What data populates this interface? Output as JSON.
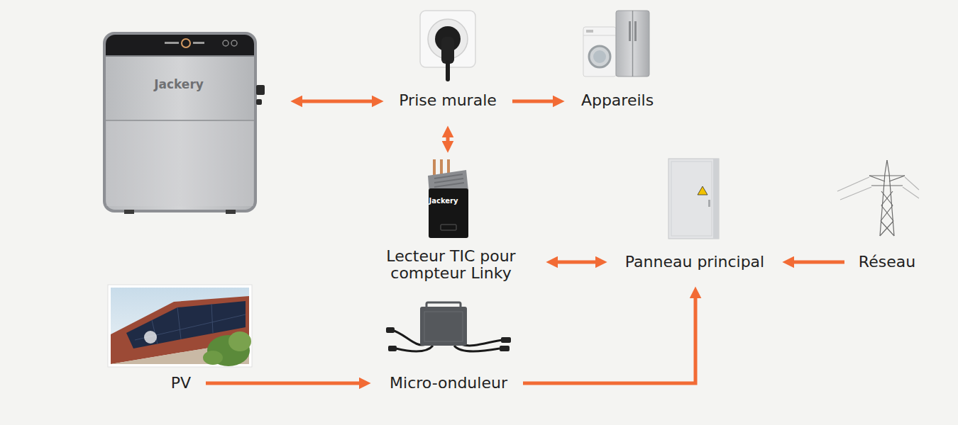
{
  "diagram": {
    "nodes": [
      {
        "text": [
          "Jackery"
        ]
      },
      {
        "text": [
          "Prise murale"
        ]
      },
      {
        "text": [
          "Appareils"
        ]
      },
      {
        "text": [
          "Jackery",
          "Lecteur TIC pour compteur Linky"
        ]
      },
      {
        "text": [
          "Panneau principal"
        ]
      },
      {
        "text": [
          "Réseau"
        ]
      },
      {
        "text": [
          "PV"
        ]
      },
      {
        "text": [
          "Micro-onduleur"
        ]
      }
    ],
    "edges": [
      {
        "from": 0,
        "to": 1,
        "arrow": "both"
      },
      {
        "from": 1,
        "to": 2,
        "arrow": "to"
      },
      {
        "from": 1,
        "to": 3,
        "arrow": "both"
      },
      {
        "from": 3,
        "to": 4,
        "arrow": "both"
      },
      {
        "from": 5,
        "to": 4,
        "arrow": "to"
      },
      {
        "from": 6,
        "to": 7,
        "arrow": "to"
      },
      {
        "from": 7,
        "to": 4,
        "arrow": "to"
      }
    ]
  }
}
